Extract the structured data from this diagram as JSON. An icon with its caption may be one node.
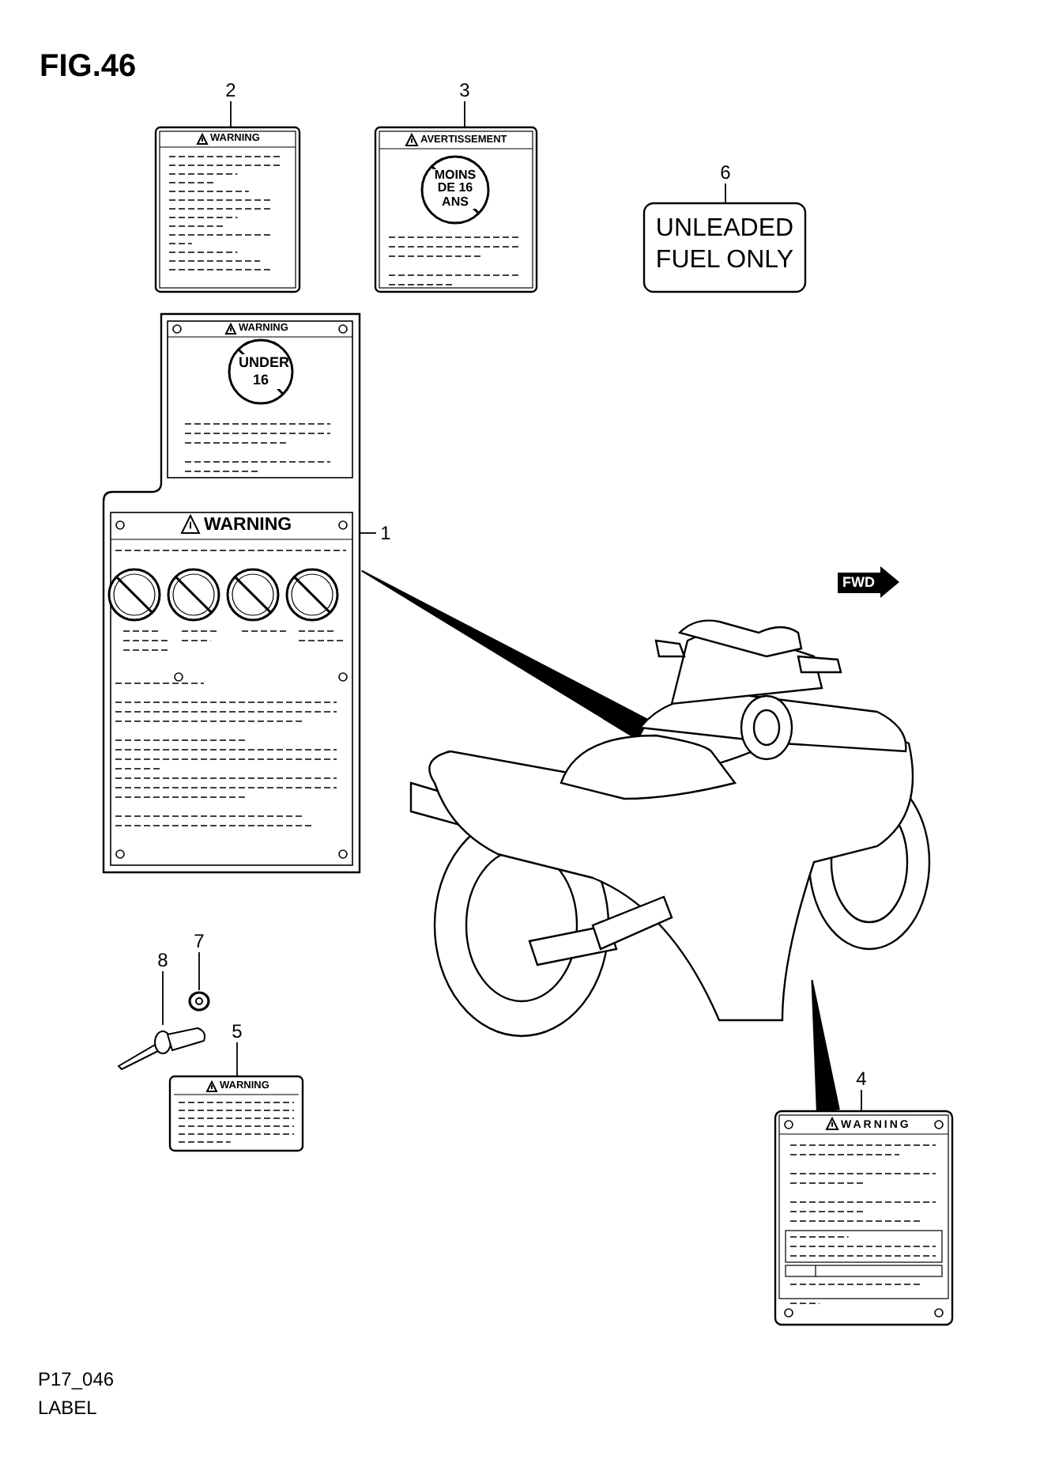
{
  "diagram": {
    "title": "FIG.46",
    "nodes": [
      {
        "text": [
          "2"
        ]
      },
      {
        "text": [
          "WARNING"
        ]
      },
      {
        "text": [
          "3"
        ]
      },
      {
        "text": [
          "AVERTISSEMENT",
          "MOINS DE 16 ANS"
        ]
      },
      {
        "text": [
          "6"
        ]
      },
      {
        "text": [
          "UNLEADED FUEL ONLY"
        ]
      },
      {
        "text": [
          "1"
        ]
      },
      {
        "text": [
          "WARNING",
          "UNDER 16",
          "WARNING"
        ]
      },
      {
        "text": [
          "8"
        ]
      },
      {
        "text": [],
        "shape": "picture"
      },
      {
        "text": [
          "7"
        ]
      },
      {
        "text": [],
        "shape": "picture"
      },
      {
        "text": [
          "5"
        ]
      },
      {
        "text": [
          "WARNING"
        ]
      },
      {
        "text": [
          "4"
        ]
      },
      {
        "text": [
          "WARNING"
        ]
      },
      {
        "text": [],
        "shape": "picture"
      }
    ],
    "edges": [
      {
        "from": 0,
        "to": 1,
        "arrow": "none"
      },
      {
        "from": 2,
        "to": 3,
        "arrow": "none"
      },
      {
        "from": 4,
        "to": 5,
        "arrow": "none"
      },
      {
        "from": 6,
        "to": 7,
        "arrow": "none"
      },
      {
        "from": 8,
        "to": 9,
        "arrow": "none"
      },
      {
        "from": 10,
        "to": 11,
        "arrow": "none"
      },
      {
        "from": 12,
        "to": 13,
        "arrow": "none"
      },
      {
        "from": 14,
        "to": 15,
        "arrow": "none"
      },
      {
        "from": 7,
        "to": 16,
        "arrow": "none",
        "style": "thick"
      },
      {
        "from": 16,
        "to": 15,
        "arrow": "none",
        "style": "thick"
      }
    ],
    "labels": [
      "FWD",
      "P17_046",
      "LABEL"
    ]
  }
}
